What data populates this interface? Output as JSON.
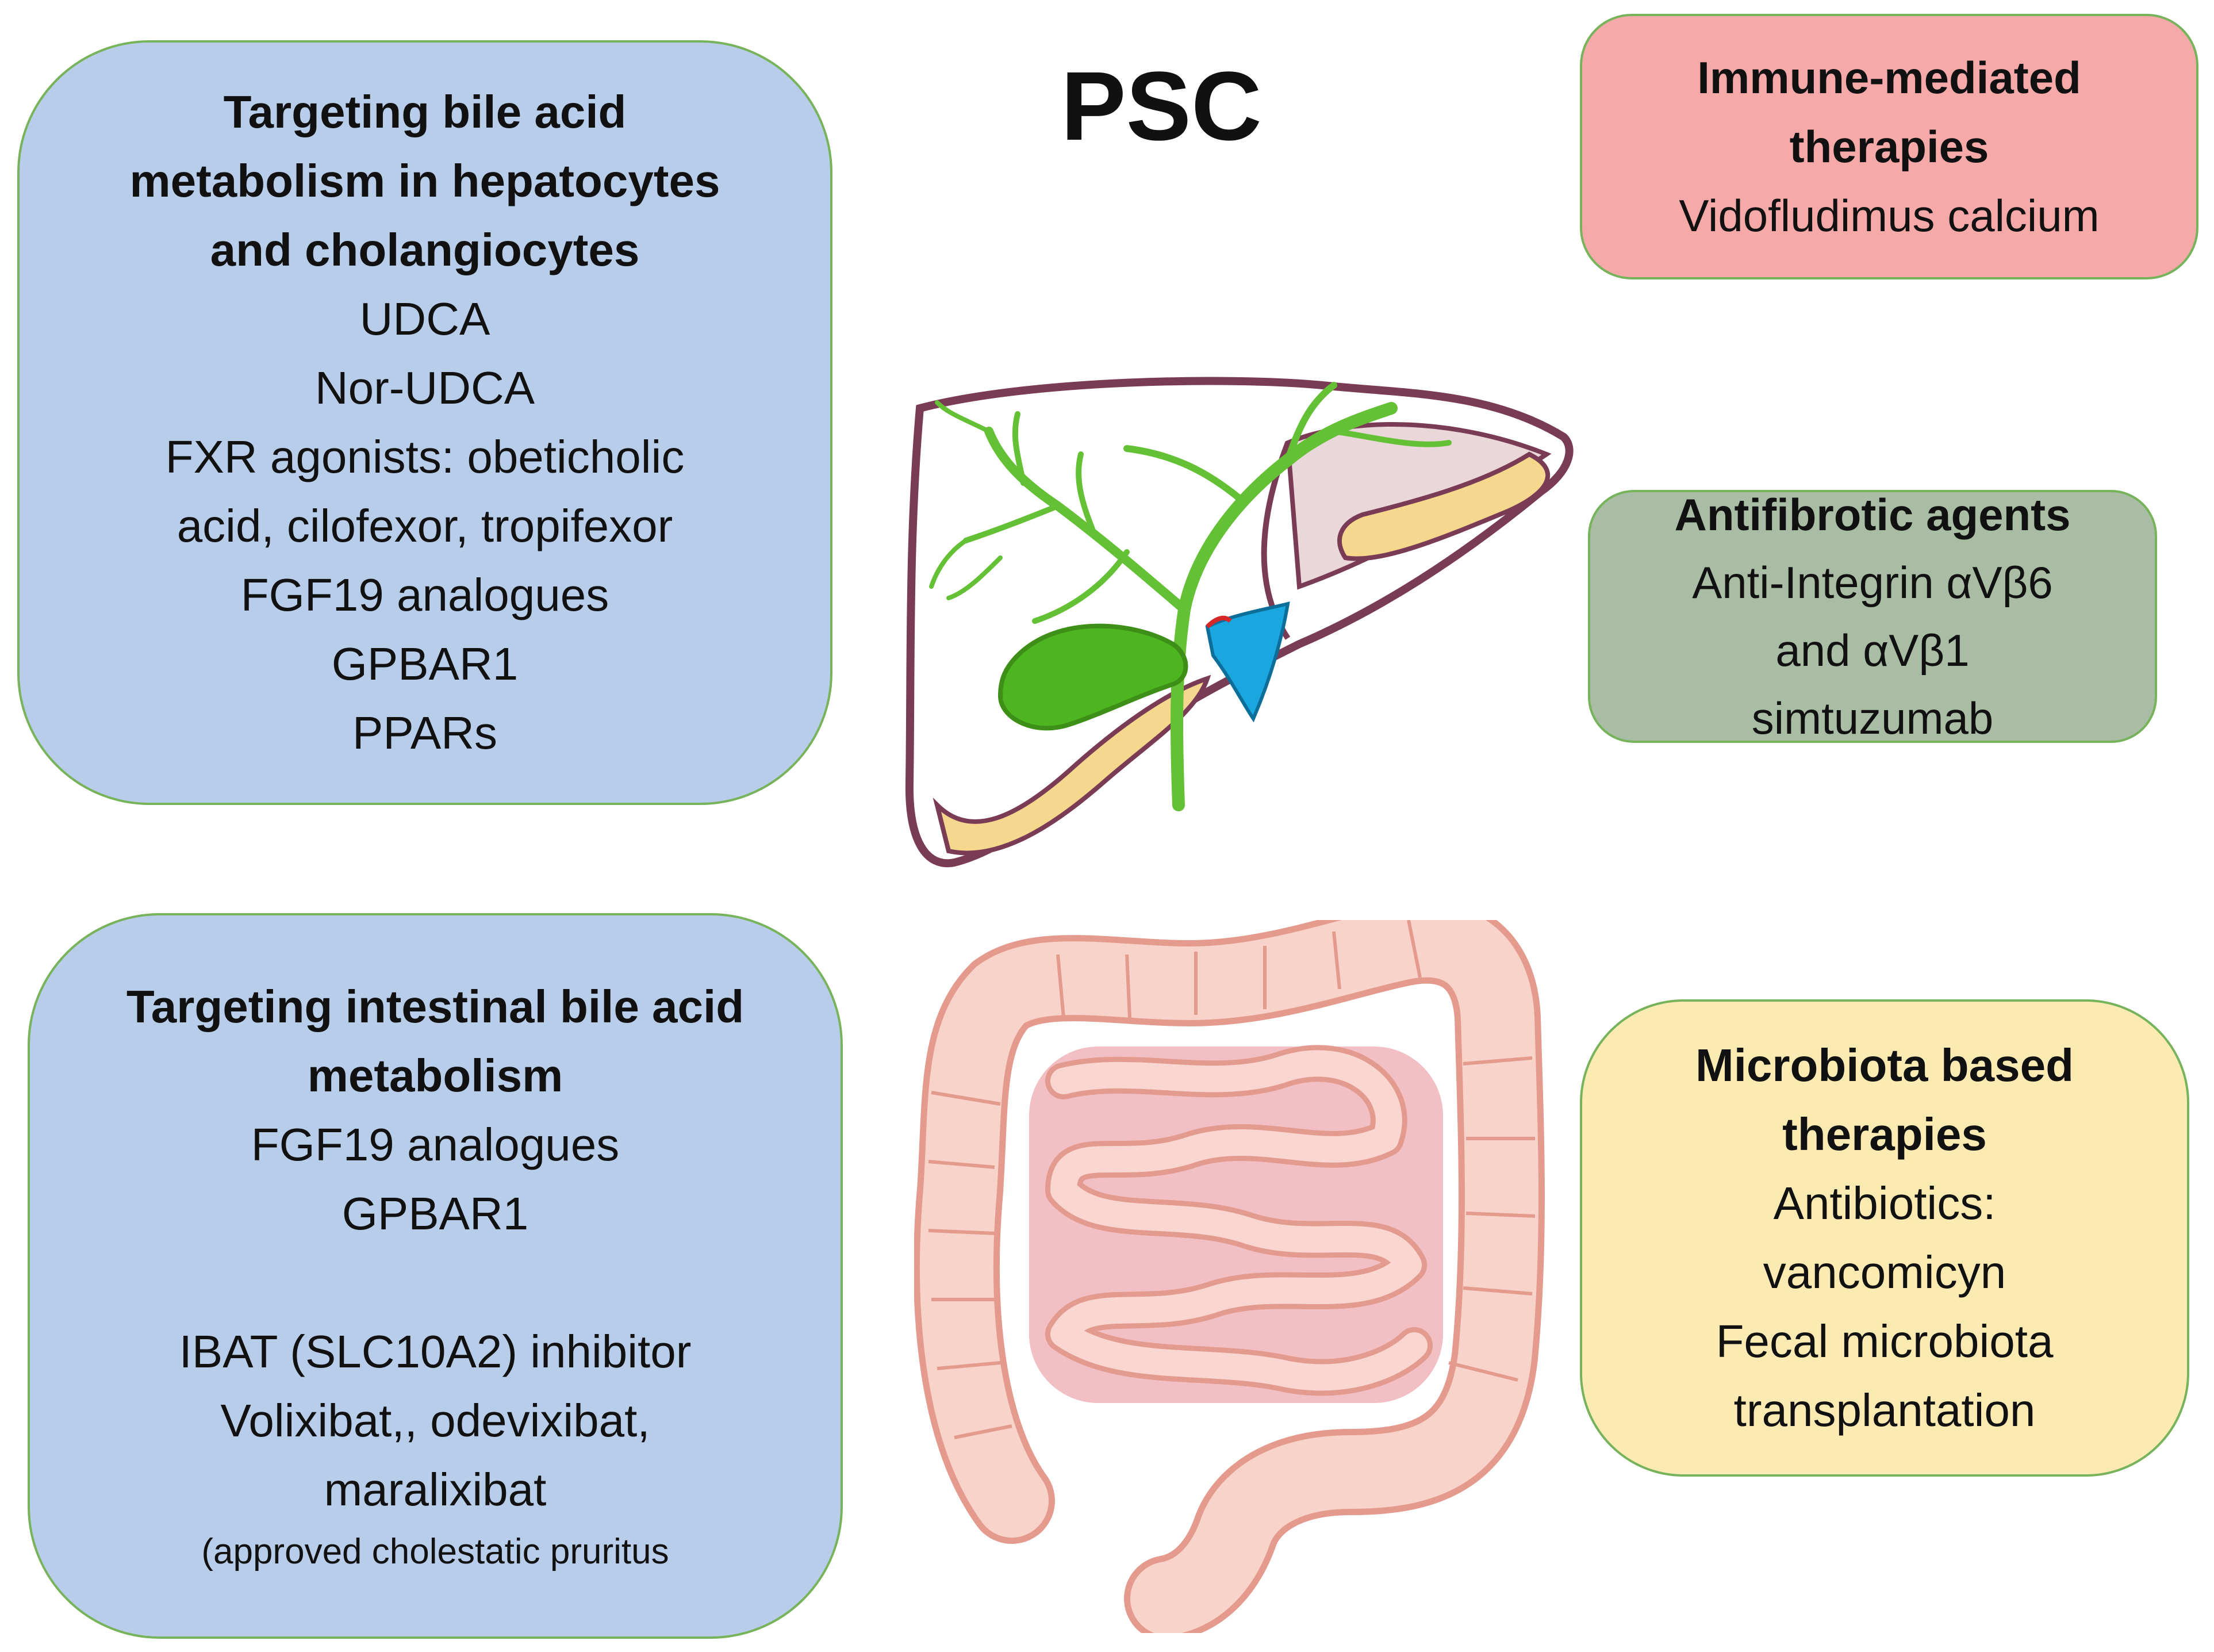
{
  "title": "PSC",
  "bile_box": {
    "title_lines": [
      "Targeting bile acid",
      "metabolism in hepatocytes",
      "and  cholangiocytes"
    ],
    "items": [
      "UDCA",
      "Nor-UDCA",
      "FXR agonists: obeticholic",
      "acid, cilofexor, tropifexor",
      "FGF19 analogues",
      "GPBAR1",
      "PPARs"
    ]
  },
  "intestinal_box": {
    "title_lines": [
      "Targeting  intestinal bile acid",
      "metabolism"
    ],
    "items": [
      "FGF19 analogues",
      "GPBAR1"
    ],
    "items2": [
      "IBAT (SLC10A2) inhibitor",
      "Volixibat,, odevixibat,",
      "maralixibat"
    ],
    "note": "(approved cholestatic pruritus"
  },
  "immune_box": {
    "title_lines": [
      "Immune-mediated",
      "therapies"
    ],
    "items": [
      "Vidofludimus calcium"
    ]
  },
  "antifibrotic_box": {
    "title_lines": [
      "Antifibrotic agents"
    ],
    "items": [
      "Anti-Integrin αVβ6",
      "and αVβ1",
      "simtuzumab"
    ]
  },
  "microbiota_box": {
    "title_lines": [
      "Microbiota based",
      "therapies"
    ],
    "items": [
      "Antibiotics:",
      "vancomicyn",
      "Fecal microbiota",
      "transplantation"
    ]
  },
  "colors": {
    "blue_box": "#b8cdea",
    "red_box": "#f5a9a9",
    "green_box": "#a8bda3",
    "yellow_box": "#fbeab2",
    "box_border": "#77b35a",
    "liver_outline": "#7a3b55",
    "bile_duct": "#64c034",
    "intestine": "#f4c4b8"
  },
  "icons": [
    "liver-illustration",
    "intestine-illustration"
  ]
}
